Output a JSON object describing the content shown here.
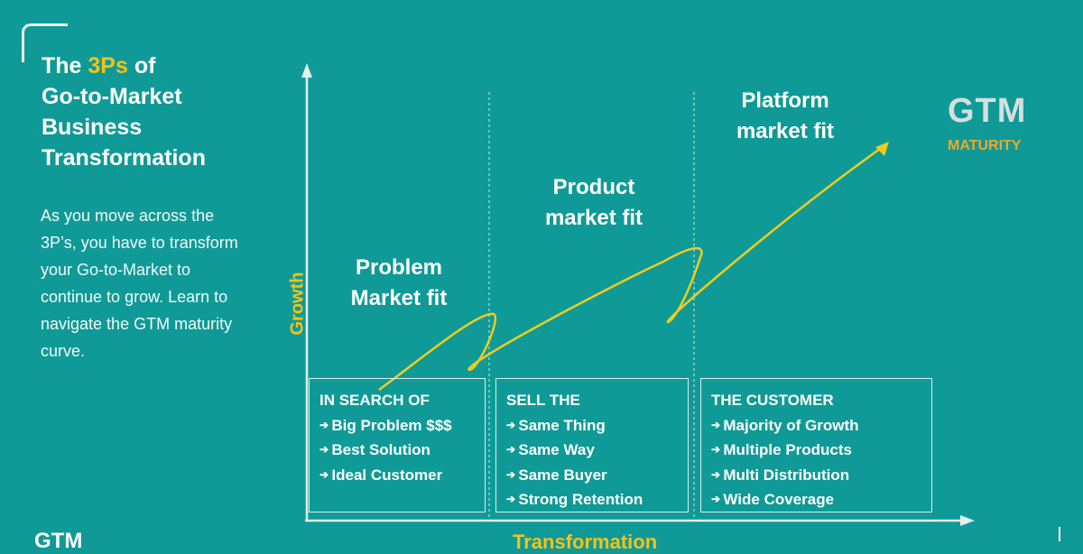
{
  "sidebar": {
    "title_prefix": "The ",
    "title_accent": "3Ps",
    "title_suffix": " of",
    "title_rest": [
      "Go-to-Market",
      "Business",
      "Transformation"
    ],
    "description": "As you move across the 3P’s, you have to transform your Go-to-Market to continue to grow. Learn to navigate the GTM maturity curve."
  },
  "diagram": {
    "y_axis_label": "Growth",
    "x_axis_label": "Transformation",
    "phases": [
      {
        "line1": "Problem",
        "line2": "Market fit"
      },
      {
        "line1": "Product",
        "line2": "market fit"
      },
      {
        "line1": "Platform",
        "line2": "market fit"
      }
    ],
    "boxes": [
      {
        "heading": "IN SEARCH OF",
        "items": [
          "Big Problem $$$",
          "Best Solution",
          "Ideal Customer"
        ]
      },
      {
        "heading": "SELL THE",
        "items": [
          "Same Thing",
          "Same Way",
          "Same Buyer",
          "Strong Retention"
        ]
      },
      {
        "heading": "THE CUSTOMER",
        "items": [
          "Majority of Growth",
          "Multiple Products",
          "Multi Distribution",
          "Wide Coverage"
        ]
      }
    ],
    "gtm_label": "GTM",
    "maturity_label": "MATURITY",
    "colors": {
      "background": "#0f9a97",
      "accent": "#f2c31b",
      "maturity": "#f2a72b",
      "curve": "#f0cd1c"
    }
  },
  "logo": {
    "text": "GTM"
  }
}
